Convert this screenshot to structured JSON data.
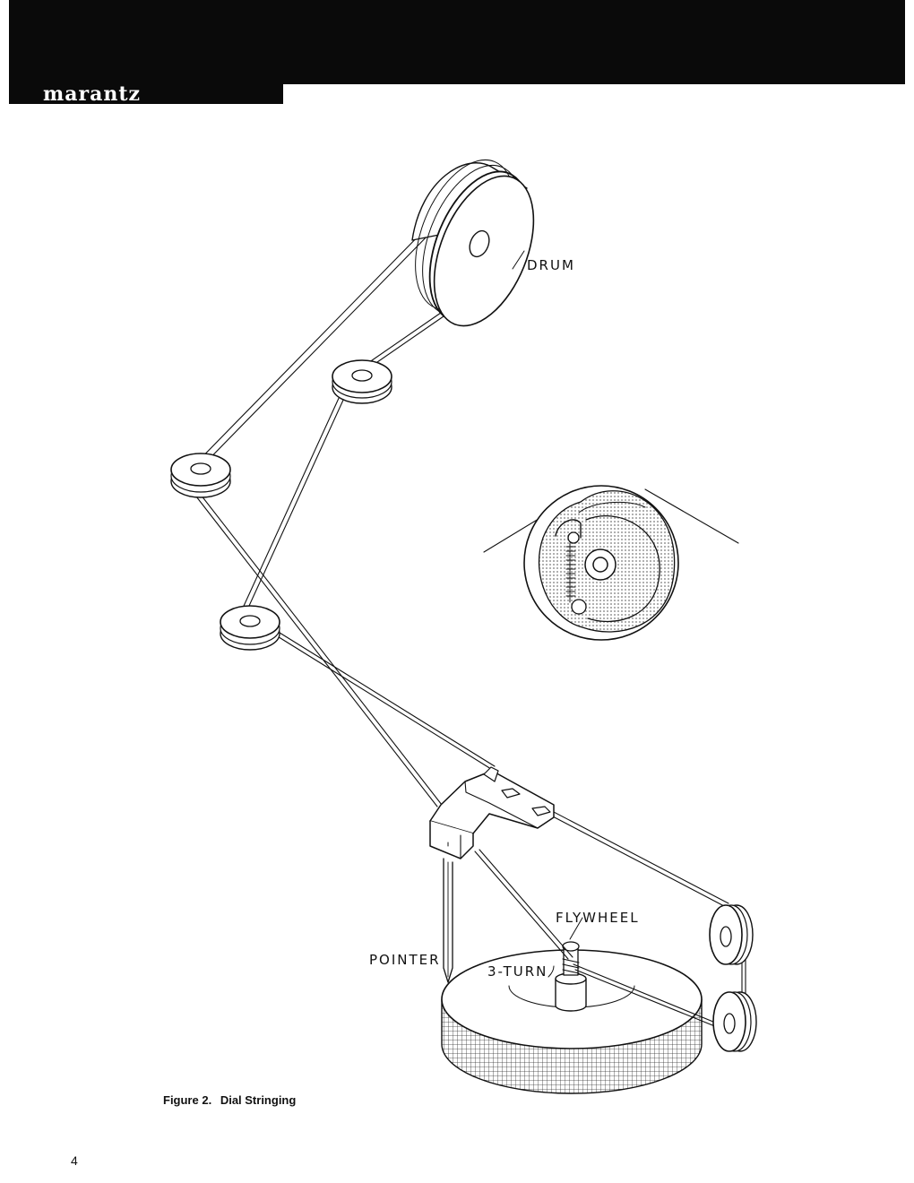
{
  "header": {
    "brand": "marantz"
  },
  "figure": {
    "labels": {
      "drum": "DRUM",
      "flywheel": "FLYWHEEL",
      "pointer": "POINTER",
      "three_turn": "3-TURN"
    }
  },
  "caption": {
    "number": "Figure 2.",
    "title": "Dial Stringing"
  },
  "page_number": "4"
}
